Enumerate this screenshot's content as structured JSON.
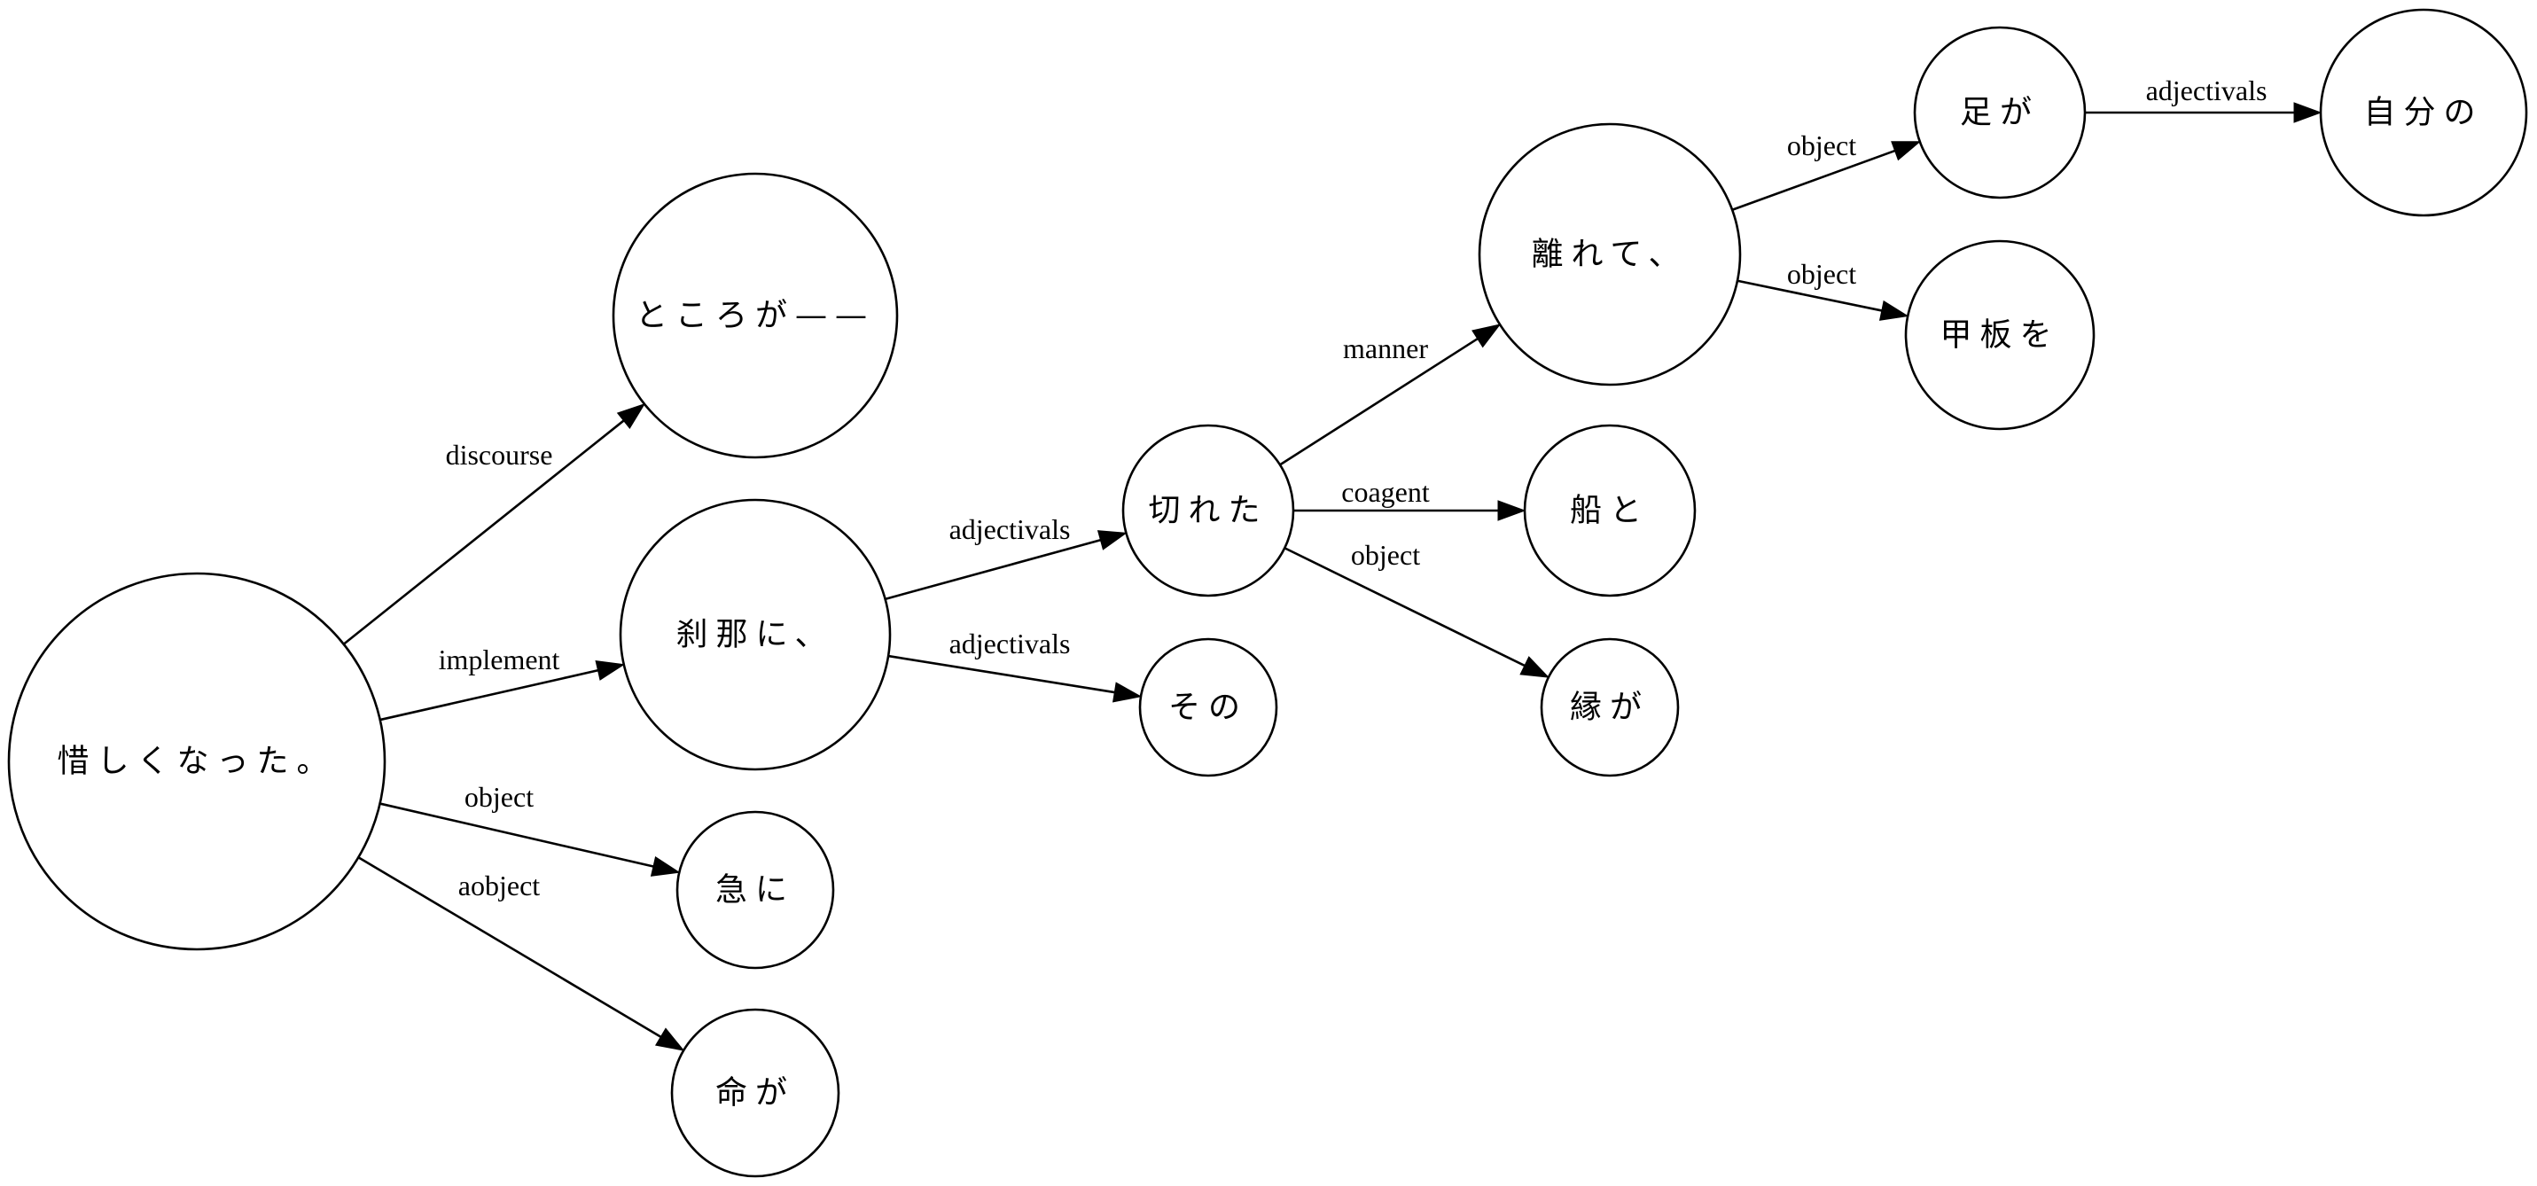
{
  "diagram": {
    "nodes": [
      {
        "id": "n_oshiku",
        "label": "惜しくなった。"
      },
      {
        "id": "n_tokoroga",
        "label": "ところが——"
      },
      {
        "id": "n_setsuna",
        "label": "刹那に、"
      },
      {
        "id": "n_kyuni",
        "label": "急に"
      },
      {
        "id": "n_inochi",
        "label": "命が"
      },
      {
        "id": "n_kireta",
        "label": "切れた"
      },
      {
        "id": "n_sono",
        "label": "その"
      },
      {
        "id": "n_hanarete",
        "label": "離れて、"
      },
      {
        "id": "n_funeto",
        "label": "船と"
      },
      {
        "id": "n_enga",
        "label": "縁が"
      },
      {
        "id": "n_ashiga",
        "label": "足が"
      },
      {
        "id": "n_kanpan",
        "label": "甲板を"
      },
      {
        "id": "n_jibun",
        "label": "自分の"
      }
    ],
    "edges": [
      {
        "id": "e_discourse",
        "from": "n_oshiku",
        "to": "n_tokoroga",
        "label": "discourse"
      },
      {
        "id": "e_implement",
        "from": "n_oshiku",
        "to": "n_setsuna",
        "label": "implement"
      },
      {
        "id": "e_object1",
        "from": "n_oshiku",
        "to": "n_kyuni",
        "label": "object"
      },
      {
        "id": "e_aobject",
        "from": "n_oshiku",
        "to": "n_inochi",
        "label": "aobject"
      },
      {
        "id": "e_adj1",
        "from": "n_setsuna",
        "to": "n_kireta",
        "label": "adjectivals"
      },
      {
        "id": "e_adj2",
        "from": "n_setsuna",
        "to": "n_sono",
        "label": "adjectivals"
      },
      {
        "id": "e_manner",
        "from": "n_kireta",
        "to": "n_hanarete",
        "label": "manner"
      },
      {
        "id": "e_coagent",
        "from": "n_kireta",
        "to": "n_funeto",
        "label": "coagent"
      },
      {
        "id": "e_object2",
        "from": "n_kireta",
        "to": "n_enga",
        "label": "object"
      },
      {
        "id": "e_object3",
        "from": "n_hanarete",
        "to": "n_ashiga",
        "label": "object"
      },
      {
        "id": "e_object4",
        "from": "n_hanarete",
        "to": "n_kanpan",
        "label": "object"
      },
      {
        "id": "e_adj3",
        "from": "n_ashiga",
        "to": "n_jibun",
        "label": "adjectivals"
      }
    ]
  }
}
